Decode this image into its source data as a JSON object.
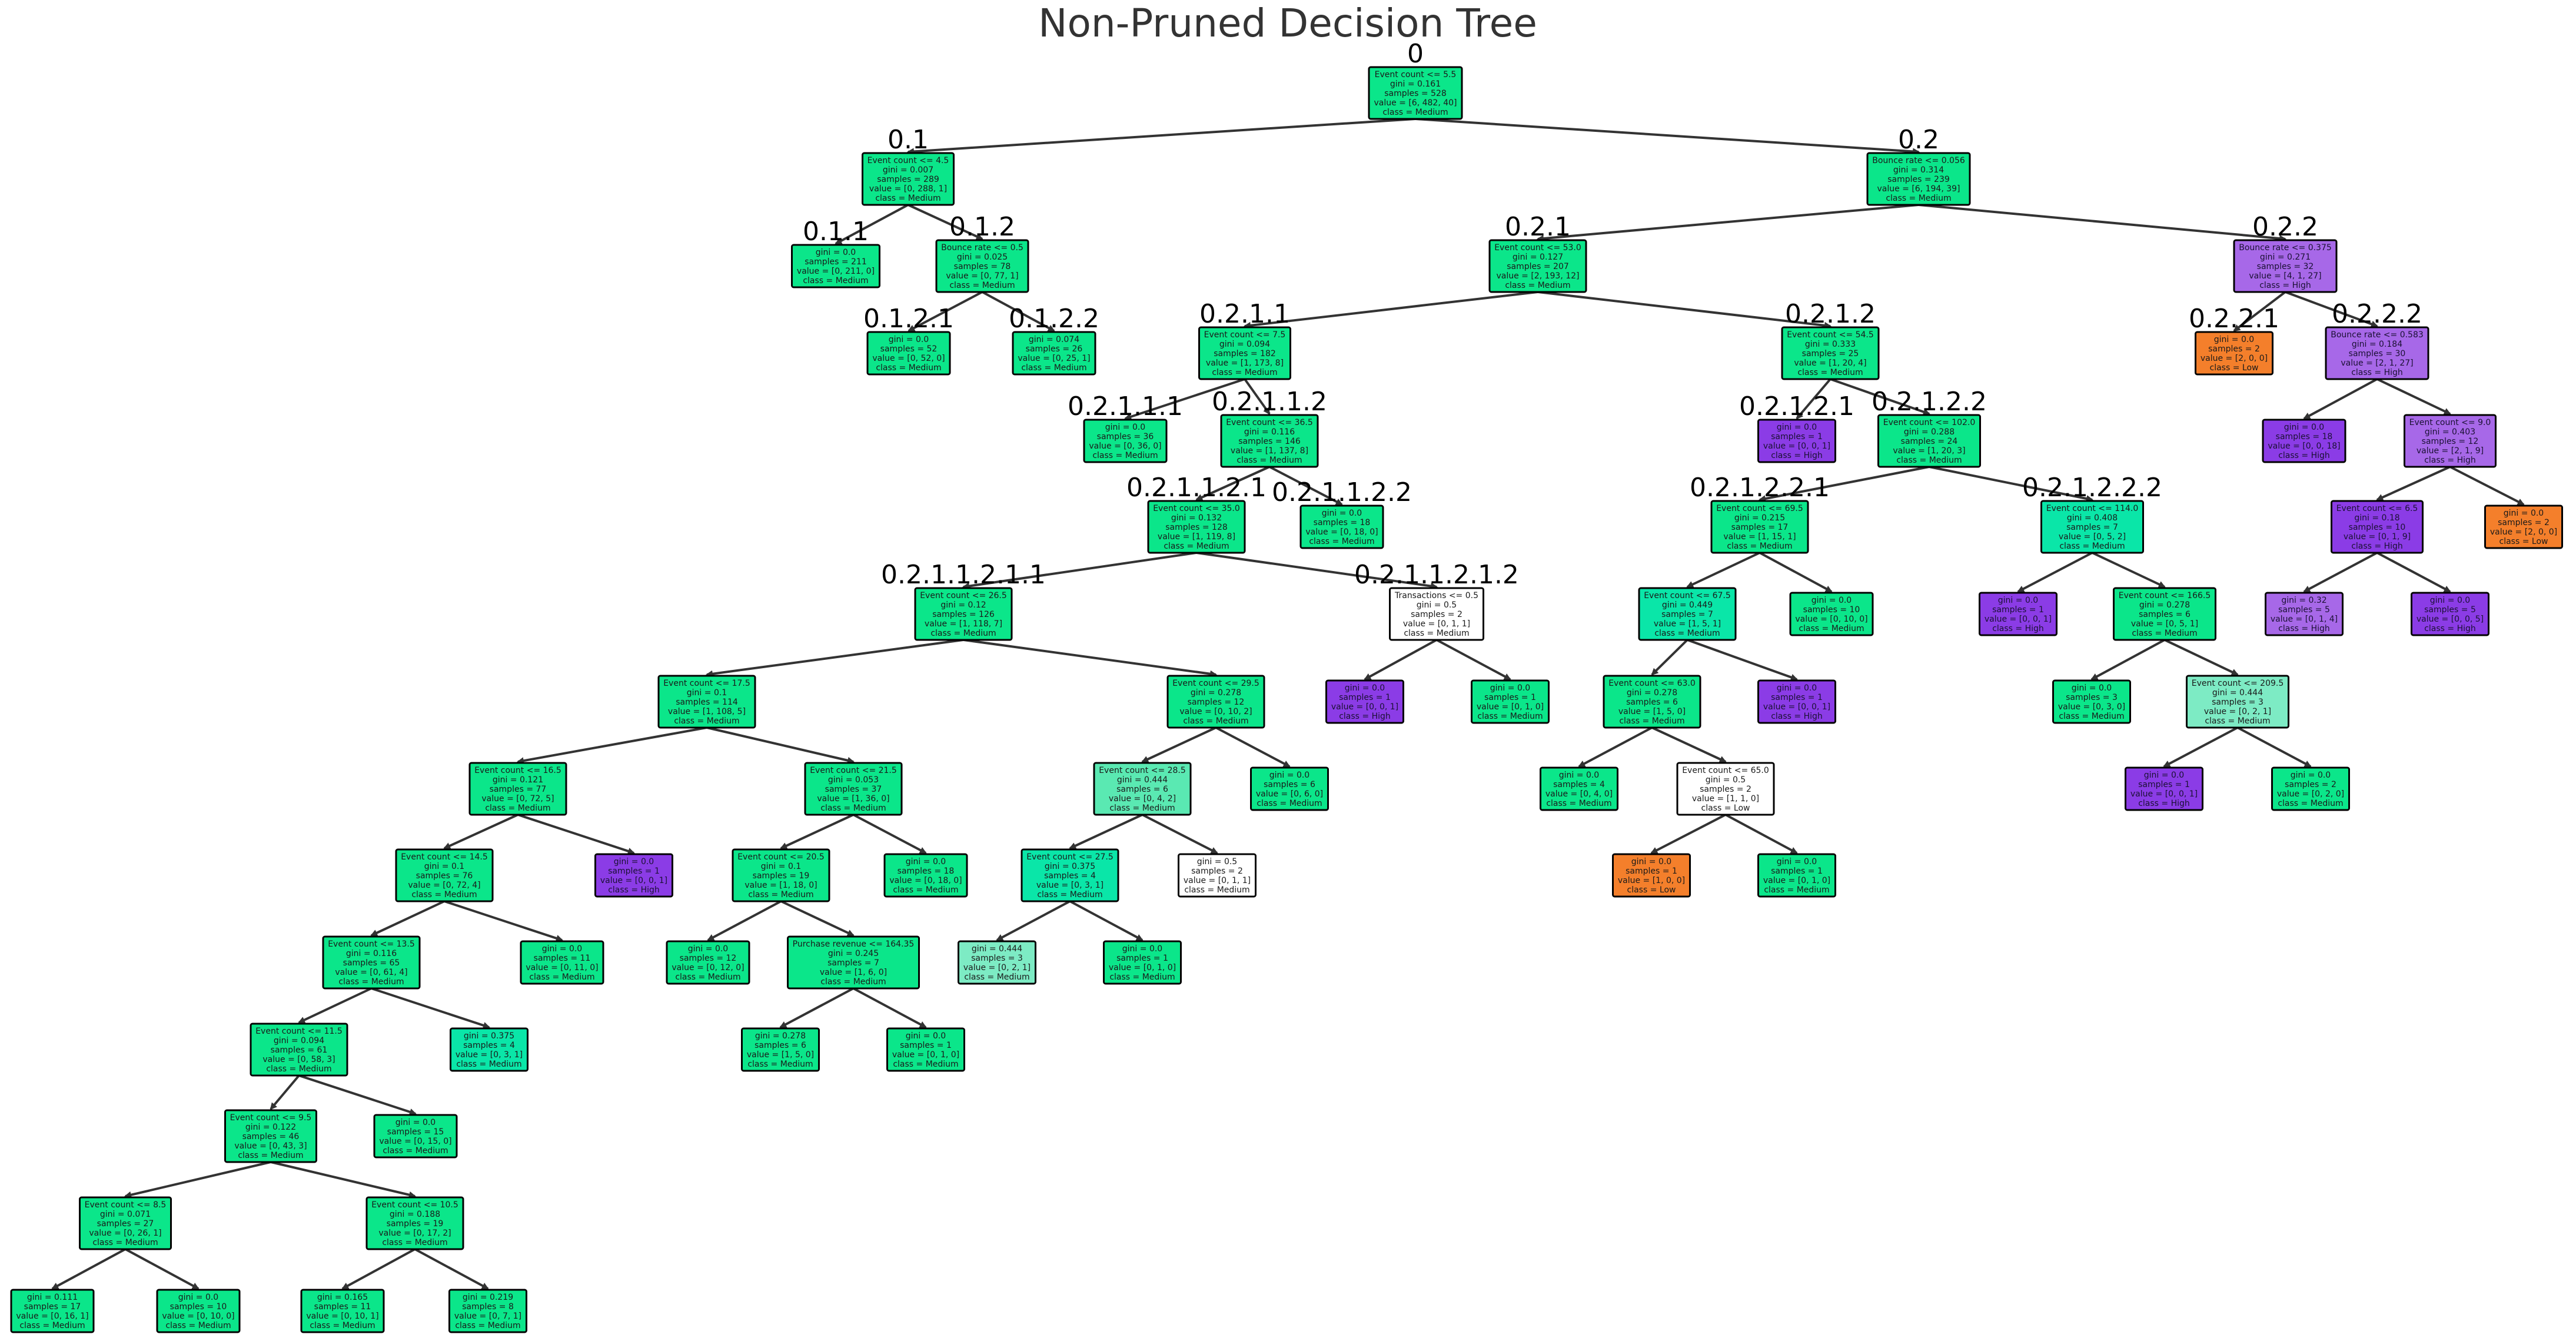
{
  "title": "Non-Pruned Decision Tree",
  "colors": {
    "medium": "#0be68a",
    "medium_light": "#5ae9b2",
    "medium_pale": "#7debc4",
    "teal_medium": "#0ae6a8",
    "high": "#8b3ce6",
    "high_light": "#a768e8",
    "low": "#f47f2b",
    "white": "#ffffff",
    "edge": "#333333",
    "border": "#000000"
  },
  "nodes": [
    {
      "id": "0",
      "lines": [
        "Event count <= 5.5",
        "gini = 0.161",
        "samples = 528",
        "value = [6, 482, 40]",
        "class = Medium"
      ],
      "color": "medium",
      "label": "0"
    },
    {
      "id": "0.1",
      "lines": [
        "Event count <= 4.5",
        "gini = 0.007",
        "samples = 289",
        "value = [0, 288, 1]",
        "class = Medium"
      ],
      "color": "medium",
      "label": "0.1"
    },
    {
      "id": "0.1.1",
      "lines": [
        "gini = 0.0",
        "samples = 211",
        "value = [0, 211, 0]",
        "class = Medium"
      ],
      "color": "medium",
      "label": "0.1.1"
    },
    {
      "id": "0.1.2",
      "lines": [
        "Bounce rate <= 0.5",
        "gini = 0.025",
        "samples = 78",
        "value = [0, 77, 1]",
        "class = Medium"
      ],
      "color": "medium",
      "label": "0.1.2"
    },
    {
      "id": "0.1.2.1",
      "lines": [
        "gini = 0.0",
        "samples = 52",
        "value = [0, 52, 0]",
        "class = Medium"
      ],
      "color": "medium",
      "label": "0.1.2.1"
    },
    {
      "id": "0.1.2.2",
      "lines": [
        "gini = 0.074",
        "samples = 26",
        "value = [0, 25, 1]",
        "class = Medium"
      ],
      "color": "medium",
      "label": "0.1.2.2"
    },
    {
      "id": "0.2",
      "lines": [
        "Bounce rate <= 0.056",
        "gini = 0.314",
        "samples = 239",
        "value = [6, 194, 39]",
        "class = Medium"
      ],
      "color": "medium",
      "label": "0.2"
    },
    {
      "id": "0.2.1",
      "lines": [
        "Event count <= 53.0",
        "gini = 0.127",
        "samples = 207",
        "value = [2, 193, 12]",
        "class = Medium"
      ],
      "color": "medium",
      "label": "0.2.1"
    },
    {
      "id": "0.2.1.1",
      "lines": [
        "Event count <= 7.5",
        "gini = 0.094",
        "samples = 182",
        "value = [1, 173, 8]",
        "class = Medium"
      ],
      "color": "medium",
      "label": "0.2.1.1"
    },
    {
      "id": "0.2.1.1.1",
      "lines": [
        "gini = 0.0",
        "samples = 36",
        "value = [0, 36, 0]",
        "class = Medium"
      ],
      "color": "medium",
      "label": "0.2.1.1.1"
    },
    {
      "id": "0.2.1.1.2",
      "lines": [
        "Event count <= 36.5",
        "gini = 0.116",
        "samples = 146",
        "value = [1, 137, 8]",
        "class = Medium"
      ],
      "color": "medium",
      "label": "0.2.1.1.2"
    },
    {
      "id": "0.2.1.1.2.1",
      "lines": [
        "Event count <= 35.0",
        "gini = 0.132",
        "samples = 128",
        "value = [1, 119, 8]",
        "class = Medium"
      ],
      "color": "medium",
      "label": "0.2.1.1.2.1"
    },
    {
      "id": "0.2.1.1.2.2",
      "lines": [
        "gini = 0.0",
        "samples = 18",
        "value = [0, 18, 0]",
        "class = Medium"
      ],
      "color": "medium",
      "label": "0.2.1.1.2.2"
    },
    {
      "id": "0.2.1.1.2.1.1",
      "lines": [
        "Event count <= 26.5",
        "gini = 0.12",
        "samples = 126",
        "value = [1, 118, 7]",
        "class = Medium"
      ],
      "color": "medium",
      "label": "0.2.1.1.2.1.1"
    },
    {
      "id": "0.2.1.1.2.1.2",
      "lines": [
        "Transactions <= 0.5",
        "gini = 0.5",
        "samples = 2",
        "value = [0, 1, 1]",
        "class = Medium"
      ],
      "color": "white",
      "label": "0.2.1.1.2.1.2"
    },
    {
      "id": "L1",
      "lines": [
        "Event count <= 17.5",
        "gini = 0.1",
        "samples = 114",
        "value = [1, 108, 5]",
        "class = Medium"
      ],
      "color": "medium",
      "label": ""
    },
    {
      "id": "L2",
      "lines": [
        "Event count <= 29.5",
        "gini = 0.278",
        "samples = 12",
        "value = [0, 10, 2]",
        "class = Medium"
      ],
      "color": "medium",
      "label": ""
    },
    {
      "id": "L3",
      "lines": [
        "gini = 0.0",
        "samples = 1",
        "value = [0, 0, 1]",
        "class = High"
      ],
      "color": "high",
      "label": ""
    },
    {
      "id": "L4",
      "lines": [
        "gini = 0.0",
        "samples = 1",
        "value = [0, 1, 0]",
        "class = Medium"
      ],
      "color": "medium",
      "label": ""
    },
    {
      "id": "L5",
      "lines": [
        "Event count <= 16.5",
        "gini = 0.121",
        "samples = 77",
        "value = [0, 72, 5]",
        "class = Medium"
      ],
      "color": "medium",
      "label": ""
    },
    {
      "id": "L6",
      "lines": [
        "Event count <= 21.5",
        "gini = 0.053",
        "samples = 37",
        "value = [1, 36, 0]",
        "class = Medium"
      ],
      "color": "medium",
      "label": ""
    },
    {
      "id": "L7",
      "lines": [
        "Event count <= 28.5",
        "gini = 0.444",
        "samples = 6",
        "value = [0, 4, 2]",
        "class = Medium"
      ],
      "color": "medium_light",
      "label": ""
    },
    {
      "id": "L8",
      "lines": [
        "gini = 0.0",
        "samples = 6",
        "value = [0, 6, 0]",
        "class = Medium"
      ],
      "color": "medium",
      "label": ""
    },
    {
      "id": "L9",
      "lines": [
        "Event count <= 14.5",
        "gini = 0.1",
        "samples = 76",
        "value = [0, 72, 4]",
        "class = Medium"
      ],
      "color": "medium",
      "label": ""
    },
    {
      "id": "L10",
      "lines": [
        "gini = 0.0",
        "samples = 1",
        "value = [0, 0, 1]",
        "class = High"
      ],
      "color": "high",
      "label": ""
    },
    {
      "id": "L11",
      "lines": [
        "Event count <= 20.5",
        "gini = 0.1",
        "samples = 19",
        "value = [1, 18, 0]",
        "class = Medium"
      ],
      "color": "medium",
      "label": ""
    },
    {
      "id": "L12",
      "lines": [
        "gini = 0.0",
        "samples = 18",
        "value = [0, 18, 0]",
        "class = Medium"
      ],
      "color": "medium",
      "label": ""
    },
    {
      "id": "L13",
      "lines": [
        "Event count <= 27.5",
        "gini = 0.375",
        "samples = 4",
        "value = [0, 3, 1]",
        "class = Medium"
      ],
      "color": "teal_medium",
      "label": ""
    },
    {
      "id": "L14",
      "lines": [
        "gini = 0.5",
        "samples = 2",
        "value = [0, 1, 1]",
        "class = Medium"
      ],
      "color": "white",
      "label": ""
    },
    {
      "id": "L15",
      "lines": [
        "Event count <= 13.5",
        "gini = 0.116",
        "samples = 65",
        "value = [0, 61, 4]",
        "class = Medium"
      ],
      "color": "medium",
      "label": ""
    },
    {
      "id": "L16",
      "lines": [
        "gini = 0.0",
        "samples = 11",
        "value = [0, 11, 0]",
        "class = Medium"
      ],
      "color": "medium",
      "label": ""
    },
    {
      "id": "L17",
      "lines": [
        "gini = 0.0",
        "samples = 12",
        "value = [0, 12, 0]",
        "class = Medium"
      ],
      "color": "medium",
      "label": ""
    },
    {
      "id": "L18",
      "lines": [
        "Purchase revenue <= 164.35",
        "gini = 0.245",
        "samples = 7",
        "value = [1, 6, 0]",
        "class = Medium"
      ],
      "color": "medium",
      "label": ""
    },
    {
      "id": "L19",
      "lines": [
        "gini = 0.444",
        "samples = 3",
        "value = [0, 2, 1]",
        "class = Medium"
      ],
      "color": "medium_pale",
      "label": ""
    },
    {
      "id": "L20",
      "lines": [
        "gini = 0.0",
        "samples = 1",
        "value = [0, 1, 0]",
        "class = Medium"
      ],
      "color": "medium",
      "label": ""
    },
    {
      "id": "L21",
      "lines": [
        "Event count <= 11.5",
        "gini = 0.094",
        "samples = 61",
        "value = [0, 58, 3]",
        "class = Medium"
      ],
      "color": "medium",
      "label": ""
    },
    {
      "id": "L22",
      "lines": [
        "gini = 0.375",
        "samples = 4",
        "value = [0, 3, 1]",
        "class = Medium"
      ],
      "color": "teal_medium",
      "label": ""
    },
    {
      "id": "L23",
      "lines": [
        "gini = 0.278",
        "samples = 6",
        "value = [1, 5, 0]",
        "class = Medium"
      ],
      "color": "medium",
      "label": ""
    },
    {
      "id": "L24",
      "lines": [
        "gini = 0.0",
        "samples = 1",
        "value = [0, 1, 0]",
        "class = Medium"
      ],
      "color": "medium",
      "label": ""
    },
    {
      "id": "L25",
      "lines": [
        "Event count <= 9.5",
        "gini = 0.122",
        "samples = 46",
        "value = [0, 43, 3]",
        "class = Medium"
      ],
      "color": "medium",
      "label": ""
    },
    {
      "id": "L26",
      "lines": [
        "gini = 0.0",
        "samples = 15",
        "value = [0, 15, 0]",
        "class = Medium"
      ],
      "color": "medium",
      "label": ""
    },
    {
      "id": "L27",
      "lines": [
        "Event count <= 8.5",
        "gini = 0.071",
        "samples = 27",
        "value = [0, 26, 1]",
        "class = Medium"
      ],
      "color": "medium",
      "label": ""
    },
    {
      "id": "L28",
      "lines": [
        "Event count <= 10.5",
        "gini = 0.188",
        "samples = 19",
        "value = [0, 17, 2]",
        "class = Medium"
      ],
      "color": "medium",
      "label": ""
    },
    {
      "id": "L29",
      "lines": [
        "gini = 0.111",
        "samples = 17",
        "value = [0, 16, 1]",
        "class = Medium"
      ],
      "color": "medium",
      "label": ""
    },
    {
      "id": "L30",
      "lines": [
        "gini = 0.0",
        "samples = 10",
        "value = [0, 10, 0]",
        "class = Medium"
      ],
      "color": "medium",
      "label": ""
    },
    {
      "id": "L31",
      "lines": [
        "gini = 0.165",
        "samples = 11",
        "value = [0, 10, 1]",
        "class = Medium"
      ],
      "color": "medium",
      "label": ""
    },
    {
      "id": "L32",
      "lines": [
        "gini = 0.219",
        "samples = 8",
        "value = [0, 7, 1]",
        "class = Medium"
      ],
      "color": "medium",
      "label": ""
    },
    {
      "id": "0.2.1.2",
      "lines": [
        "Event count <= 54.5",
        "gini = 0.333",
        "samples = 25",
        "value = [1, 20, 4]",
        "class = Medium"
      ],
      "color": "medium",
      "label": "0.2.1.2"
    },
    {
      "id": "0.2.1.2.1",
      "lines": [
        "gini = 0.0",
        "samples = 1",
        "value = [0, 0, 1]",
        "class = High"
      ],
      "color": "high",
      "label": "0.2.1.2.1"
    },
    {
      "id": "0.2.1.2.2",
      "lines": [
        "Event count <= 102.0",
        "gini = 0.288",
        "samples = 24",
        "value = [1, 20, 3]",
        "class = Medium"
      ],
      "color": "medium",
      "label": "0.2.1.2.2"
    },
    {
      "id": "0.2.1.2.2.1",
      "lines": [
        "Event count <= 69.5",
        "gini = 0.215",
        "samples = 17",
        "value = [1, 15, 1]",
        "class = Medium"
      ],
      "color": "medium",
      "label": "0.2.1.2.2.1"
    },
    {
      "id": "0.2.1.2.2.2",
      "lines": [
        "Event count <= 114.0",
        "gini = 0.408",
        "samples = 7",
        "value = [0, 5, 2]",
        "class = Medium"
      ],
      "color": "teal_medium",
      "label": "0.2.1.2.2.2"
    },
    {
      "id": "R1",
      "lines": [
        "Event count <= 67.5",
        "gini = 0.449",
        "samples = 7",
        "value = [1, 5, 1]",
        "class = Medium"
      ],
      "color": "teal_medium",
      "label": ""
    },
    {
      "id": "R2",
      "lines": [
        "gini = 0.0",
        "samples = 10",
        "value = [0, 10, 0]",
        "class = Medium"
      ],
      "color": "medium",
      "label": ""
    },
    {
      "id": "R3",
      "lines": [
        "gini = 0.0",
        "samples = 1",
        "value = [0, 0, 1]",
        "class = High"
      ],
      "color": "high",
      "label": ""
    },
    {
      "id": "R4",
      "lines": [
        "Event count <= 166.5",
        "gini = 0.278",
        "samples = 6",
        "value = [0, 5, 1]",
        "class = Medium"
      ],
      "color": "medium",
      "label": ""
    },
    {
      "id": "R5",
      "lines": [
        "Event count <= 63.0",
        "gini = 0.278",
        "samples = 6",
        "value = [1, 5, 0]",
        "class = Medium"
      ],
      "color": "medium",
      "label": ""
    },
    {
      "id": "R6",
      "lines": [
        "gini = 0.0",
        "samples = 1",
        "value = [0, 0, 1]",
        "class = High"
      ],
      "color": "high",
      "label": ""
    },
    {
      "id": "R7",
      "lines": [
        "gini = 0.0",
        "samples = 3",
        "value = [0, 3, 0]",
        "class = Medium"
      ],
      "color": "medium",
      "label": ""
    },
    {
      "id": "R8",
      "lines": [
        "Event count <= 209.5",
        "gini = 0.444",
        "samples = 3",
        "value = [0, 2, 1]",
        "class = Medium"
      ],
      "color": "medium_pale",
      "label": ""
    },
    {
      "id": "R9",
      "lines": [
        "gini = 0.0",
        "samples = 4",
        "value = [0, 4, 0]",
        "class = Medium"
      ],
      "color": "medium",
      "label": ""
    },
    {
      "id": "R10",
      "lines": [
        "Event count <= 65.0",
        "gini = 0.5",
        "samples = 2",
        "value = [1, 1, 0]",
        "class = Low"
      ],
      "color": "white",
      "label": ""
    },
    {
      "id": "R11",
      "lines": [
        "gini = 0.0",
        "samples = 1",
        "value = [0, 0, 1]",
        "class = High"
      ],
      "color": "high",
      "label": ""
    },
    {
      "id": "R12",
      "lines": [
        "gini = 0.0",
        "samples = 2",
        "value = [0, 2, 0]",
        "class = Medium"
      ],
      "color": "medium",
      "label": ""
    },
    {
      "id": "R13",
      "lines": [
        "gini = 0.0",
        "samples = 1",
        "value = [1, 0, 0]",
        "class = Low"
      ],
      "color": "low",
      "label": ""
    },
    {
      "id": "R14",
      "lines": [
        "gini = 0.0",
        "samples = 1",
        "value = [0, 1, 0]",
        "class = Medium"
      ],
      "color": "medium",
      "label": ""
    },
    {
      "id": "0.2.2",
      "lines": [
        "Bounce rate <= 0.375",
        "gini = 0.271",
        "samples = 32",
        "value = [4, 1, 27]",
        "class = High"
      ],
      "color": "high_light",
      "label": "0.2.2"
    },
    {
      "id": "0.2.2.1",
      "lines": [
        "gini = 0.0",
        "samples = 2",
        "value = [2, 0, 0]",
        "class = Low"
      ],
      "color": "low",
      "label": "0.2.2.1"
    },
    {
      "id": "0.2.2.2",
      "lines": [
        "Bounce rate <= 0.583",
        "gini = 0.184",
        "samples = 30",
        "value = [2, 1, 27]",
        "class = High"
      ],
      "color": "high_light",
      "label": "0.2.2.2"
    },
    {
      "id": "H1",
      "lines": [
        "gini = 0.0",
        "samples = 18",
        "value = [0, 0, 18]",
        "class = High"
      ],
      "color": "high",
      "label": ""
    },
    {
      "id": "H2",
      "lines": [
        "Event count <= 9.0",
        "gini = 0.403",
        "samples = 12",
        "value = [2, 1, 9]",
        "class = High"
      ],
      "color": "high_light",
      "label": ""
    },
    {
      "id": "H3",
      "lines": [
        "Event count <= 6.5",
        "gini = 0.18",
        "samples = 10",
        "value = [0, 1, 9]",
        "class = High"
      ],
      "color": "high",
      "label": ""
    },
    {
      "id": "H4",
      "lines": [
        "gini = 0.0",
        "samples = 2",
        "value = [2, 0, 0]",
        "class = Low"
      ],
      "color": "low",
      "label": ""
    },
    {
      "id": "H5",
      "lines": [
        "gini = 0.32",
        "samples = 5",
        "value = [0, 1, 4]",
        "class = High"
      ],
      "color": "high_light",
      "label": ""
    },
    {
      "id": "H6",
      "lines": [
        "gini = 0.0",
        "samples = 5",
        "value = [0, 0, 5]",
        "class = High"
      ],
      "color": "high",
      "label": ""
    }
  ],
  "edges": [
    [
      "0",
      "0.1"
    ],
    [
      "0",
      "0.2"
    ],
    [
      "0.1",
      "0.1.1"
    ],
    [
      "0.1",
      "0.1.2"
    ],
    [
      "0.1.2",
      "0.1.2.1"
    ],
    [
      "0.1.2",
      "0.1.2.2"
    ],
    [
      "0.2",
      "0.2.1"
    ],
    [
      "0.2",
      "0.2.2"
    ],
    [
      "0.2.1",
      "0.2.1.1"
    ],
    [
      "0.2.1",
      "0.2.1.2"
    ],
    [
      "0.2.1.1",
      "0.2.1.1.1"
    ],
    [
      "0.2.1.1",
      "0.2.1.1.2"
    ],
    [
      "0.2.1.1.2",
      "0.2.1.1.2.1"
    ],
    [
      "0.2.1.1.2",
      "0.2.1.1.2.2"
    ],
    [
      "0.2.1.1.2.1",
      "0.2.1.1.2.1.1"
    ],
    [
      "0.2.1.1.2.1",
      "0.2.1.1.2.1.2"
    ],
    [
      "0.2.1.1.2.1.1",
      "L1"
    ],
    [
      "0.2.1.1.2.1.1",
      "L2"
    ],
    [
      "0.2.1.1.2.1.2",
      "L3"
    ],
    [
      "0.2.1.1.2.1.2",
      "L4"
    ],
    [
      "L1",
      "L5"
    ],
    [
      "L1",
      "L6"
    ],
    [
      "L2",
      "L7"
    ],
    [
      "L2",
      "L8"
    ],
    [
      "L5",
      "L9"
    ],
    [
      "L5",
      "L10"
    ],
    [
      "L6",
      "L11"
    ],
    [
      "L6",
      "L12"
    ],
    [
      "L7",
      "L13"
    ],
    [
      "L7",
      "L14"
    ],
    [
      "L9",
      "L15"
    ],
    [
      "L9",
      "L16"
    ],
    [
      "L11",
      "L17"
    ],
    [
      "L11",
      "L18"
    ],
    [
      "L13",
      "L19"
    ],
    [
      "L13",
      "L20"
    ],
    [
      "L15",
      "L21"
    ],
    [
      "L15",
      "L22"
    ],
    [
      "L18",
      "L23"
    ],
    [
      "L18",
      "L24"
    ],
    [
      "L21",
      "L25"
    ],
    [
      "L21",
      "L26"
    ],
    [
      "L25",
      "L27"
    ],
    [
      "L25",
      "L28"
    ],
    [
      "L27",
      "L29"
    ],
    [
      "L27",
      "L30"
    ],
    [
      "L28",
      "L31"
    ],
    [
      "L28",
      "L32"
    ],
    [
      "0.2.1.2",
      "0.2.1.2.1"
    ],
    [
      "0.2.1.2",
      "0.2.1.2.2"
    ],
    [
      "0.2.1.2.2",
      "0.2.1.2.2.1"
    ],
    [
      "0.2.1.2.2",
      "0.2.1.2.2.2"
    ],
    [
      "0.2.1.2.2.1",
      "R1"
    ],
    [
      "0.2.1.2.2.1",
      "R2"
    ],
    [
      "0.2.1.2.2.2",
      "R3"
    ],
    [
      "0.2.1.2.2.2",
      "R4"
    ],
    [
      "R1",
      "R5"
    ],
    [
      "R1",
      "R6"
    ],
    [
      "R4",
      "R7"
    ],
    [
      "R4",
      "R8"
    ],
    [
      "R5",
      "R9"
    ],
    [
      "R5",
      "R10"
    ],
    [
      "R8",
      "R11"
    ],
    [
      "R8",
      "R12"
    ],
    [
      "R10",
      "R13"
    ],
    [
      "R10",
      "R14"
    ],
    [
      "0.2.2",
      "0.2.2.1"
    ],
    [
      "0.2.2",
      "0.2.2.2"
    ],
    [
      "0.2.2.2",
      "H1"
    ],
    [
      "0.2.2.2",
      "H2"
    ],
    [
      "H2",
      "H3"
    ],
    [
      "H2",
      "H4"
    ],
    [
      "H3",
      "H5"
    ],
    [
      "H3",
      "H6"
    ]
  ]
}
